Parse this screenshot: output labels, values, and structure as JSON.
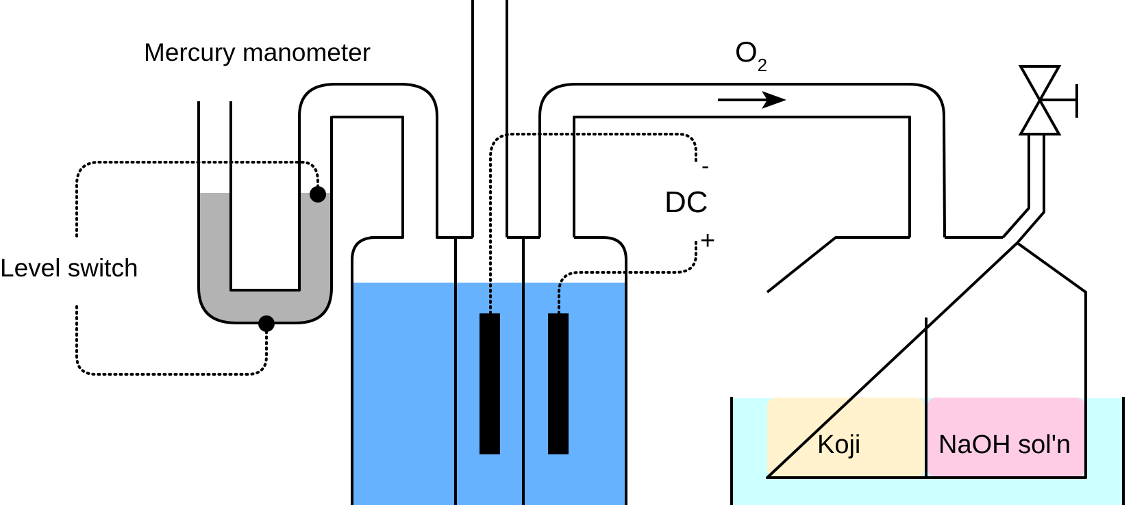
{
  "labels": {
    "manometer": "Mercury manometer",
    "level_switch": "Level switch",
    "gas": "O",
    "gas_subscript": "2",
    "power": "DC",
    "negative": "-",
    "positive": "+",
    "koji": "Koji",
    "naoh": "NaOH sol'n"
  },
  "colors": {
    "mercury": "#b3b3b3",
    "electrolyte": "#66b2ff",
    "water_bath": "#ccffff",
    "koji": "#fff2cc",
    "naoh": "#ffcce6",
    "outline": "#000000"
  }
}
